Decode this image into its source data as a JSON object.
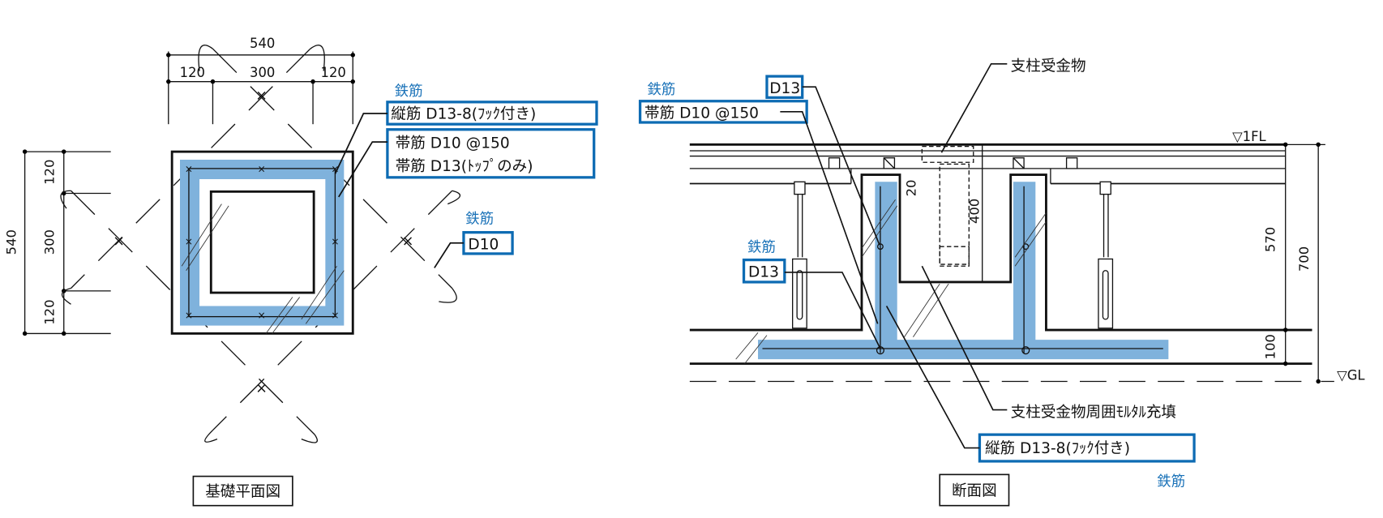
{
  "plan": {
    "dims_top": {
      "total": "540",
      "left": "120",
      "center": "300",
      "right": "120"
    },
    "dims_left": {
      "total": "540",
      "top": "120",
      "center": "300",
      "bottom": "120"
    },
    "rebar_heading": "鉄筋",
    "vertical_bar_label": "縦筋 D13-8(ﾌｯｸ付き)",
    "hoop_label_1": "帯筋 D10 @150",
    "hoop_label_2": "帯筋 D13(ﾄｯﾌﾟのみ)",
    "diag_heading": "鉄筋",
    "diag_label": "D10",
    "title": "基礎平面図"
  },
  "section": {
    "support_hardware": "支柱受金物",
    "rebar_heading_top": "鉄筋",
    "d13_top": "D13",
    "hoop_label": "帯筋 D10 @150",
    "rebar_heading_mid": "鉄筋",
    "d13_mid": "D13",
    "mortar_label": "支柱受金物周囲ﾓﾙﾀﾙ充填",
    "vertical_bar_label": "縦筋 D13-8(ﾌｯｸ付き)",
    "rebar_heading_bottom": "鉄筋",
    "fl_label": "▽1FL",
    "gl_label": "▽GL",
    "dim_570": "570",
    "dim_100": "100",
    "dim_700": "700",
    "dim_400": "400",
    "dim_20": "20",
    "title": "断面図"
  },
  "colors": {
    "rebar_highlight": "#7fb2dc",
    "label_blue": "#1a72b8"
  }
}
